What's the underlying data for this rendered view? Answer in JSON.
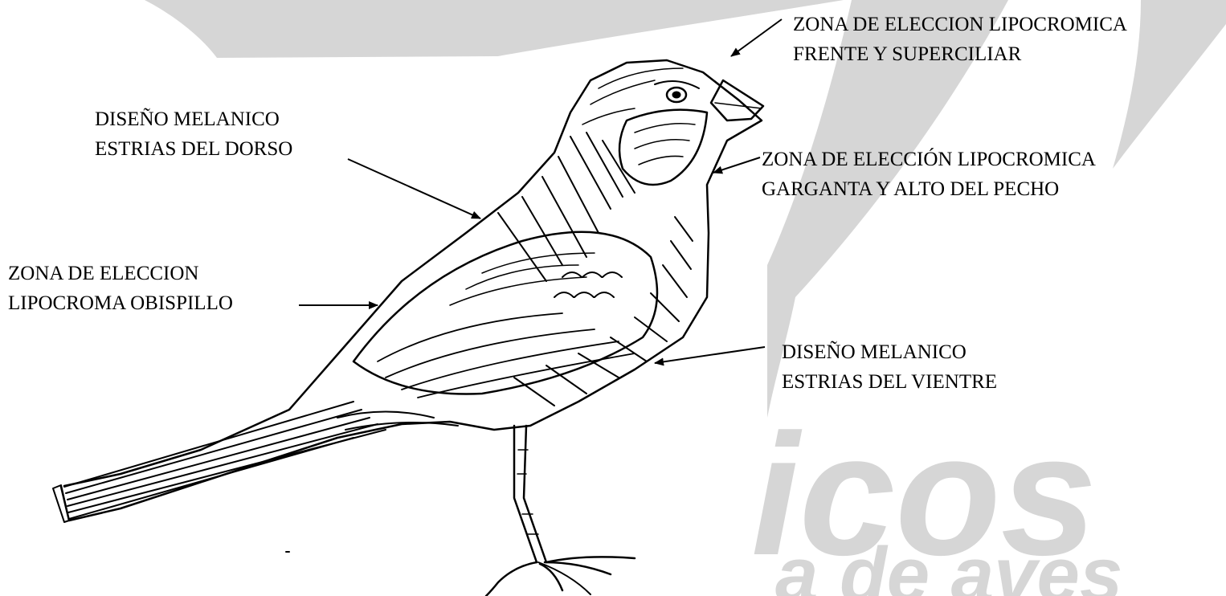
{
  "labels": {
    "frente": {
      "line1": "ZONA DE ELECCION LIPOCROMICA",
      "line2": "FRENTE Y SUPERCILIAR"
    },
    "dorso": {
      "line1": "DISEÑO MELANICO",
      "line2": "ESTRIAS DEL DORSO"
    },
    "garganta": {
      "line1": "ZONA DE ELECCIÓN LIPOCROMICA",
      "line2": "GARGANTA Y ALTO DEL PECHO"
    },
    "obispillo": {
      "line1": "ZONA DE ELECCION",
      "line2": "LIPOCROMA OBISPILLO"
    },
    "vientre": {
      "line1": "DISEÑO MELANICO",
      "line2": "ESTRIAS DEL VIENTRE"
    }
  },
  "watermark": {
    "main": "icos",
    "sub": "a de aves"
  },
  "colors": {
    "text": "#000000",
    "watermark": "#d6d6d6",
    "background": "#ffffff"
  },
  "icons": {
    "watermark": "feather-swoosh-logo",
    "illustration": "bird-line-drawing"
  }
}
